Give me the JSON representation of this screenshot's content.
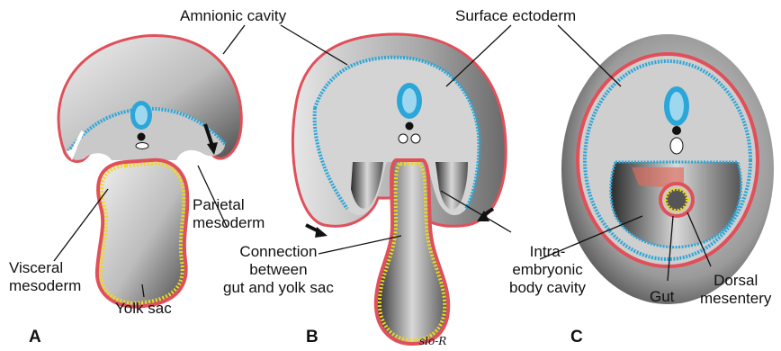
{
  "labels": {
    "amnionic_cavity": "Amnionic cavity",
    "surface_ectoderm": "Surface ectoderm",
    "parietal_mesoderm": "Parietal\nmesoderm",
    "visceral_mesoderm": "Visceral\nmesoderm",
    "yolk_sac": "Yolk sac",
    "connection": "Connection\nbetween\ngut and yolk sac",
    "intraembryonic": "Intra-\nembryonic\nbody cavity",
    "gut": "Gut",
    "dorsal_mesentery": "Dorsal\nmesentery"
  },
  "panels": {
    "a": "A",
    "b": "B",
    "c": "C"
  },
  "signature": "slo-R",
  "colors": {
    "ectoderm_blue": "#2aa6d8",
    "mesoderm_red": "#e0505a",
    "endoderm_yellow": "#f2d71e",
    "cavity_gray": "#c9c9c9",
    "dark_gray": "#3a3a3a"
  }
}
